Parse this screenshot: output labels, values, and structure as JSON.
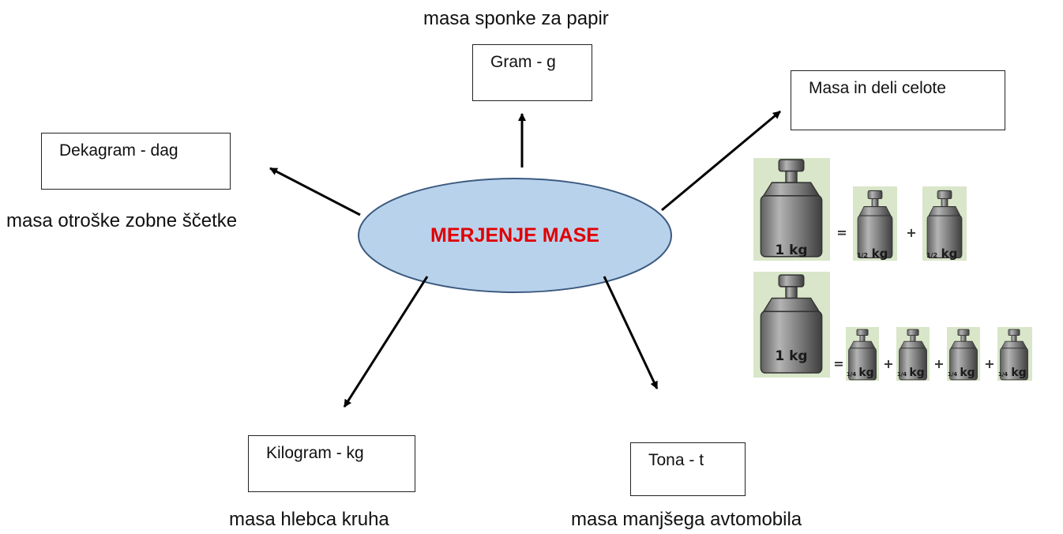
{
  "center": {
    "title": "MERJENJE MASE"
  },
  "units": [
    {
      "key": "gram",
      "label": "Gram - g",
      "example": "masa sponke za papir"
    },
    {
      "key": "dekagram",
      "label": "Dekagram - dag",
      "example": "masa otroške zobne ščetke"
    },
    {
      "key": "kilogram",
      "label": "Kilogram - kg",
      "example": "masa hlebca kruha"
    },
    {
      "key": "tona",
      "label": "Tona - t",
      "example": "masa manjšega avtomobila"
    },
    {
      "key": "parts",
      "label": "Masa in deli celote"
    }
  ],
  "weights": {
    "whole": "1 kg",
    "unit": "kg",
    "half": "1/2",
    "quarter": "1/4",
    "equals": "=",
    "plus": "+"
  },
  "colors": {
    "ellipse_fill": "#b9d2ec",
    "ellipse_stroke": "#3c5a80",
    "title": "#e00000",
    "weight_panel": "#d9e6c9"
  }
}
